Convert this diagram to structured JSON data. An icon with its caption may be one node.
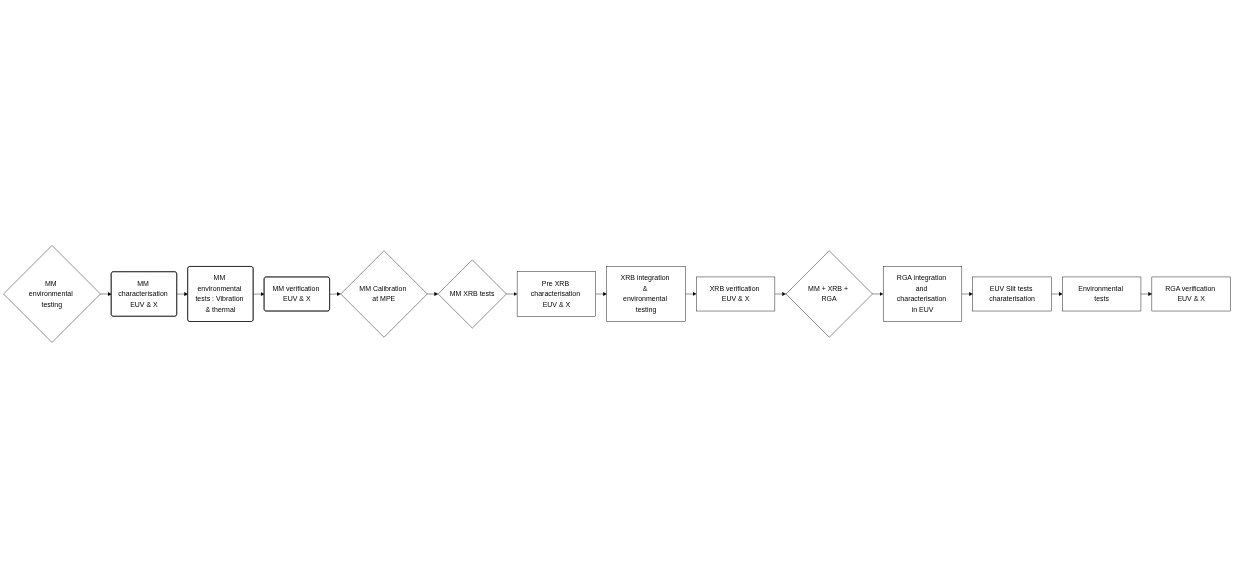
{
  "diagram": {
    "nodes": [
      {
        "text": [
          "MM environmental testing"
        ]
      },
      {
        "text": [
          "MM characterisation EUV & X"
        ]
      },
      {
        "text": [
          "MM environmental tests : Vibration & thermal"
        ]
      },
      {
        "text": [
          "MM verification EUV & X"
        ]
      },
      {
        "text": [
          "MM Calibration at MPE"
        ]
      },
      {
        "text": [
          "MM XRB tests"
        ]
      },
      {
        "text": [
          "Pre XRB characterisation EUV & X"
        ]
      },
      {
        "text": [
          "XRB integration & environmental testing"
        ]
      },
      {
        "text": [
          "XRB verification EUV & X"
        ]
      },
      {
        "text": [
          "MM + XRB + RGA"
        ]
      },
      {
        "text": [
          "RGA integration and characterisation in EUV"
        ]
      },
      {
        "text": [
          "EUV Slit tests charaterisation"
        ]
      },
      {
        "text": [
          "Environmental tests"
        ]
      },
      {
        "text": [
          "RGA verification EUV & X"
        ]
      }
    ],
    "edges": [
      {
        "from": 0,
        "to": 1,
        "arrow": "to"
      },
      {
        "from": 1,
        "to": 2,
        "arrow": "to"
      },
      {
        "from": 2,
        "to": 3,
        "arrow": "to"
      },
      {
        "from": 3,
        "to": 4,
        "arrow": "to"
      },
      {
        "from": 4,
        "to": 5,
        "arrow": "to"
      },
      {
        "from": 5,
        "to": 6,
        "arrow": "to"
      },
      {
        "from": 6,
        "to": 7,
        "arrow": "to"
      },
      {
        "from": 7,
        "to": 8,
        "arrow": "to"
      },
      {
        "from": 8,
        "to": 9,
        "arrow": "to"
      },
      {
        "from": 9,
        "to": 10,
        "arrow": "to"
      },
      {
        "from": 10,
        "to": 11,
        "arrow": "to"
      },
      {
        "from": 11,
        "to": 12,
        "arrow": "to"
      },
      {
        "from": 12,
        "to": 13,
        "arrow": "to"
      }
    ]
  }
}
